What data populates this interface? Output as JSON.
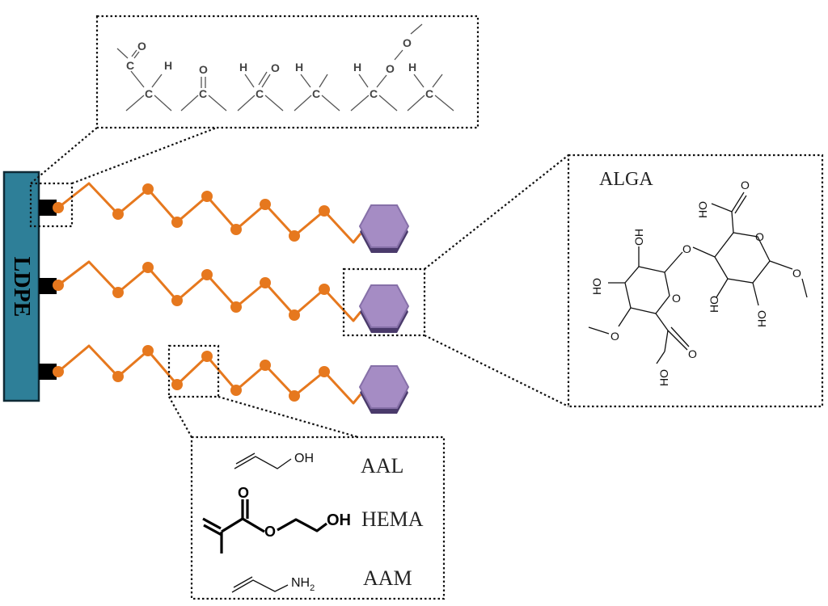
{
  "substrate": {
    "label": "LDPE",
    "color": "#2e7f98"
  },
  "chain": {
    "color": "#e6781e",
    "end_group_color": "#a58cc4"
  },
  "surface_groups": {
    "atoms": {
      "c": "C",
      "o": "O",
      "h": "H"
    }
  },
  "polysaccharide": {
    "title": "ALGA",
    "ho": "HO",
    "oh": "OH",
    "o": "O"
  },
  "monomers": [
    {
      "group": "OH",
      "name": "AAL"
    },
    {
      "group": "OH",
      "name": "HEMA",
      "o": "O"
    },
    {
      "group": "NH",
      "sub": "2",
      "name": "AAM"
    }
  ]
}
